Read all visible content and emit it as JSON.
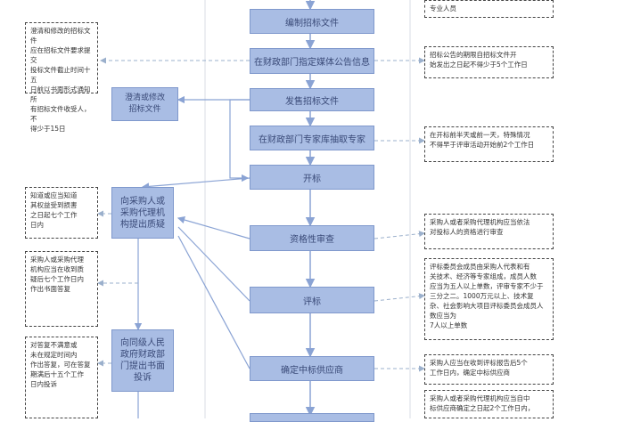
{
  "process": {
    "main_steps": [
      {
        "label": "编制招标文件"
      },
      {
        "label": "在财政部门指定媒体公告信息"
      },
      {
        "label": "发售招标文件"
      },
      {
        "label": "在财政部门专家库抽取专家"
      },
      {
        "label": "开标"
      },
      {
        "label": "资格性审查"
      },
      {
        "label": "评标"
      },
      {
        "label": "确定中标供应商"
      }
    ],
    "side_steps": [
      {
        "label": "澄清或修改\n招标文件"
      },
      {
        "label": "向采购人或\n采购代理机\n构提出质疑"
      },
      {
        "label": "向同级人民\n政府财政部\n门提出书面\n投诉"
      }
    ],
    "left_notes": [
      {
        "text": "澄清和修改的招标文件\n应在招标文件要求提交\n投标文件截止时间十五\n日前以书面形式通知所\n有招标文件收受人，不\n得少于15日"
      },
      {
        "text": "知道或应当知道\n其权益受到损害\n之日起七个工作\n日内"
      },
      {
        "text": "采购人或采购代理\n机构应当在收到质\n疑后七个工作日内\n作出书面答复"
      },
      {
        "text": "对答复不满意或\n未在规定时间内\n作出答复，可在答复\n期满后十五个工作\n日内投诉"
      }
    ],
    "right_notes": [
      {
        "text": "专业人员"
      },
      {
        "text": "招标公告的期限自招标文件开\n始发出之日起不得少于5个工作日"
      },
      {
        "text": "在开标前半天或前一天，特殊情况\n不得早于评审活动开始前2个工作日"
      },
      {
        "text": "采购人或者采购代理机构应当依法\n对投标人的资格进行审查"
      },
      {
        "text": "评标委员会成员由采购人代表和有\n关技术、经济等专家组成，成员人数\n应当为五人以上单数，评审专家不少于\n三分之二。1000万元以上、技术复\n杂、社会影响大项目评标委员会成员人数应当为\n7人以上单数"
      },
      {
        "text": "采购人应当在收到评标报告后5个\n工作日内，确定中标供应商"
      },
      {
        "text": "采购人或者采购代理机构应当自中\n标供应商确定之日起2个工作日内，"
      }
    ]
  }
}
